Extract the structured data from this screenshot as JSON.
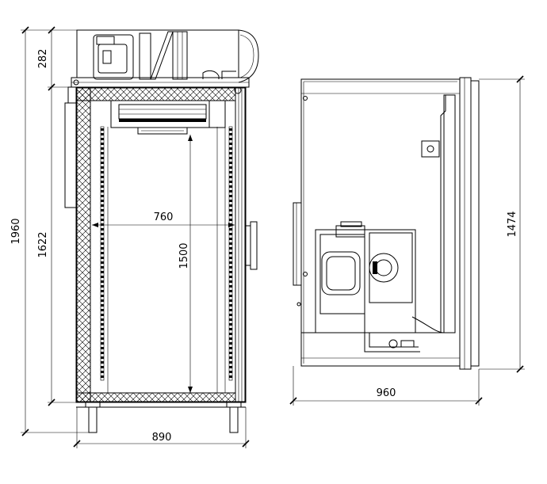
{
  "dimensions": {
    "total_height": "1960",
    "top_unit_height": "282",
    "door_height": "1622",
    "inner_width": "760",
    "inner_height": "1500",
    "outer_width": "890",
    "side_height": "1474",
    "side_depth": "960"
  }
}
